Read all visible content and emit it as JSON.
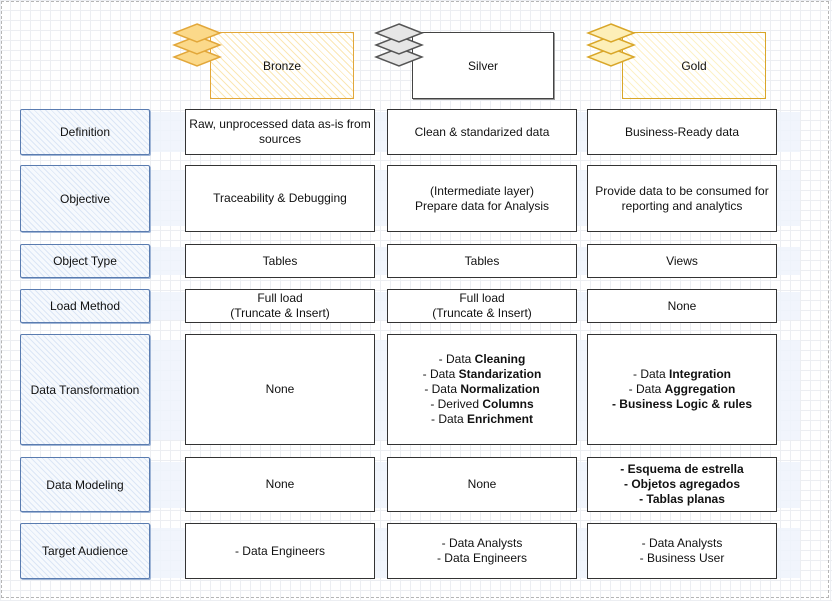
{
  "columns": {
    "bronze": {
      "label": "Bronze",
      "color": "#e2a73a",
      "fill": "#fbe7b5"
    },
    "silver": {
      "label": "Silver",
      "color": "#555555",
      "fill": "#f2f2f2"
    },
    "gold": {
      "label": "Gold",
      "color": "#d9a628",
      "fill": "#fdf1c8"
    }
  },
  "rows": {
    "definition": {
      "label": "Definition",
      "bronze": [
        "Raw, unprocessed data as-is from",
        "sources"
      ],
      "silver": [
        "Clean & standarized data"
      ],
      "gold": [
        "Business-Ready data"
      ]
    },
    "objective": {
      "label": "Objective",
      "bronze": [
        "Traceability & Debugging"
      ],
      "silver": [
        "(Intermediate layer)",
        "Prepare data for Analysis"
      ],
      "gold": [
        "Provide data to be consumed for",
        "reporting and analytics"
      ]
    },
    "object_type": {
      "label": "Object Type",
      "bronze": [
        "Tables"
      ],
      "silver": [
        "Tables"
      ],
      "gold": [
        "Views"
      ]
    },
    "load_method": {
      "label": "Load Method",
      "bronze": [
        "Full load",
        "(Truncate & Insert)"
      ],
      "silver": [
        "Full load",
        "(Truncate & Insert)"
      ],
      "gold": [
        "None"
      ]
    },
    "data_transformation": {
      "label": "Data Transformation",
      "bronze": [
        "None"
      ],
      "silver": {
        "l1a": "- Data ",
        "l1b": "Cleaning",
        "l2a": "- Data ",
        "l2b": "Standarization",
        "l3a": "- Data ",
        "l3b": "Normalization",
        "l4a": "- Derived ",
        "l4b": "Columns",
        "l5a": "- Data ",
        "l5b": "Enrichment"
      },
      "gold": {
        "l1a": "- Data ",
        "l1b": "Integration",
        "l2a": "- Data ",
        "l2b": "Aggregation",
        "l3b": "- Business Logic & rules"
      }
    },
    "data_modeling": {
      "label": "Data Modeling",
      "bronze": [
        "None"
      ],
      "silver": [
        "None"
      ],
      "gold": [
        "- Esquema de estrella",
        "- Objetos agregados",
        "- Tablas planas"
      ]
    },
    "target_audience": {
      "label": "Target Audience",
      "bronze": [
        "- Data Engineers"
      ],
      "silver": [
        "- Data Analysts",
        "- Data Engineers"
      ],
      "gold": [
        "- Data Analysts",
        "- Business User"
      ]
    }
  }
}
